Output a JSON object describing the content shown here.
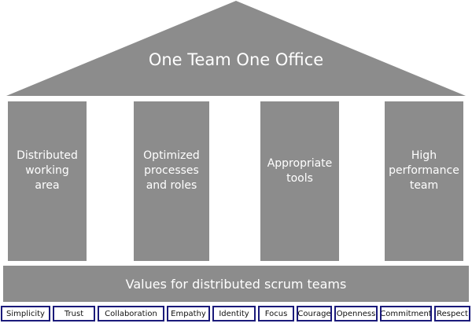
{
  "colors": {
    "structure": "#8c8c8c",
    "text": "#ffffff",
    "value_border": "#1a1a7a"
  },
  "roof": {
    "title": "One Team One Office"
  },
  "pillars": [
    {
      "label": "Distributed\nworking\narea"
    },
    {
      "label": "Optimized\nprocesses\nand roles"
    },
    {
      "label": "Appropriate\ntools"
    },
    {
      "label": "High\nperformance\nteam"
    }
  ],
  "base": {
    "label": "Values for distributed scrum teams"
  },
  "values": [
    "Simplicity",
    "Trust",
    "Collaboration",
    "Empathy",
    "Identity",
    "Focus",
    "Courage",
    "Openness",
    "Commitment",
    "Respect"
  ]
}
